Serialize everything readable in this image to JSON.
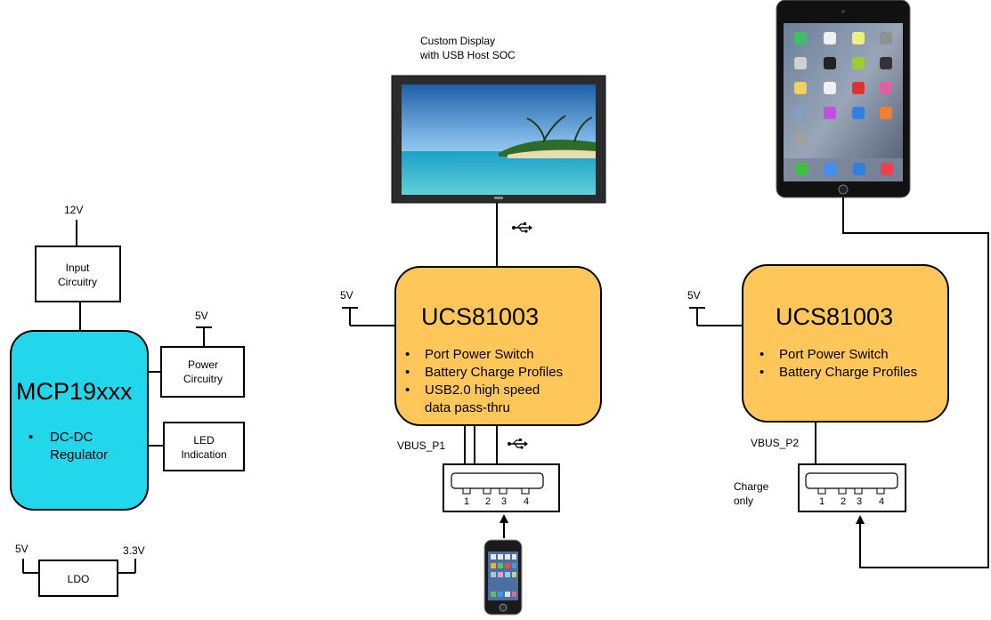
{
  "left": {
    "v12": "12V",
    "input_circuitry": [
      "Input",
      "Circuitry"
    ],
    "mcp": "MCP19xxx",
    "mcp_bullets": [
      "DC-DC",
      "Regulator"
    ],
    "power_5v": "5V",
    "power_circuitry": [
      "Power",
      "Circuitry"
    ],
    "led_indication": [
      "LED",
      "Indication"
    ],
    "ldo_in": "5V",
    "ldo_out": "3.3V",
    "ldo": "LDO"
  },
  "middle": {
    "display_caption": [
      "Custom Display",
      "with USB Host SOC"
    ],
    "v5": "5V",
    "chip_title": "UCS81003",
    "bullets": [
      "Port Power Switch",
      "Battery Charge Profiles",
      "USB2.0 high speed",
      "data pass-thru"
    ],
    "vbus": "VBUS_P1",
    "pins": [
      "1",
      "2",
      "3",
      "4"
    ],
    "usb_icon": "usb-icon"
  },
  "right": {
    "v5": "5V",
    "chip_title": "UCS81003",
    "bullets": [
      "Port Power Switch",
      "Battery Charge Profiles"
    ],
    "vbus": "VBUS_P2",
    "charge_only": [
      "Charge",
      "only"
    ],
    "pins": [
      "1",
      "2",
      "3",
      "4"
    ]
  },
  "colors": {
    "mcp_fill": "#22D6EC",
    "chip_fill": "#FFC65A",
    "box_fill": "#FFFFFF"
  }
}
